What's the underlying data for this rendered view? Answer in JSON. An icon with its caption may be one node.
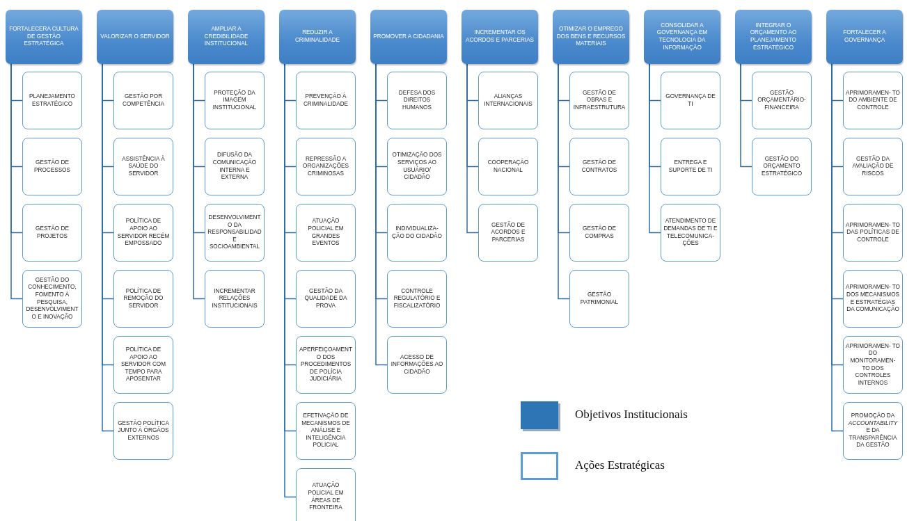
{
  "diagram": {
    "nodes": [
      {
        "text": [
          "FORTALECERA CULTURA DE GESTÃO ESTRATÉGICA"
        ]
      },
      {
        "text": [
          "PLANEJAMENTO ESTRATÉGICO"
        ]
      },
      {
        "text": [
          "GESTÃO DE PROCESSOS"
        ]
      },
      {
        "text": [
          "GESTÃO DE PROJETOS"
        ]
      },
      {
        "text": [
          "GESTÃO DO CONHECIMENTO, FOMENTO À PESQUISA, DESENVOLVIMENTO E INOVAÇÃO"
        ]
      },
      {
        "text": [
          "VALORIZAR O SERVIDOR"
        ]
      },
      {
        "text": [
          "GESTÃO POR COMPETÊNCIA"
        ]
      },
      {
        "text": [
          "ASSISTÊNCIA À SAÚDE DO SERVIDOR"
        ]
      },
      {
        "text": [
          "POLÍTICA DE APOIO AO SERVIDOR RECÉM EMPOSSADO"
        ]
      },
      {
        "text": [
          "POLÍTICA DE REMOÇÃO DO SERVIDOR"
        ]
      },
      {
        "text": [
          "POLÍTICA DE APOIO AO SERVIDOR COM TEMPO PARA APOSENTAR"
        ]
      },
      {
        "text": [
          "GESTÃO POLÍTICA JUNTO À ÓRGÃOS EXTERNOS"
        ]
      },
      {
        "text": [
          "AMPLIAR A CREDIBILIDADE INSTITUCIONAL"
        ]
      },
      {
        "text": [
          "PROTEÇÃO DA IMAGEM INSTITUCIONAL"
        ]
      },
      {
        "text": [
          "DIFUSÃO DA COMUNICAÇÃO INTERNA E EXTERNA"
        ]
      },
      {
        "text": [
          "DESENVOLVIMENTO DA RESPONSABILIDADE SOCIOAMBIENTAL"
        ]
      },
      {
        "text": [
          "INCREMENTAR RELAÇÕES INSTITUCIONAIS"
        ]
      },
      {
        "text": [
          "REDUZIR A CRIMINALIDADE"
        ]
      },
      {
        "text": [
          "PREVENÇÃO À CRIMINALIDADE"
        ]
      },
      {
        "text": [
          "REPRESSÃO A ORGANIZAÇÕES CRIMINOSAS"
        ]
      },
      {
        "text": [
          "ATUAÇÃO POLICIAL EM GRANDES EVENTOS"
        ]
      },
      {
        "text": [
          "GESTÃO DA QUALIDADE DA PROVA"
        ]
      },
      {
        "text": [
          "APERFEIÇOAMENTO DOS PROCEDIMENTOS DE POLÍCIA JUDICIÁRIA"
        ]
      },
      {
        "text": [
          "EFETIVAÇÃO DE MECANISMOS DE ANÁLISE E INTELIGÊNCIA POLICIAL"
        ]
      },
      {
        "text": [
          "ATUAÇÃO POLICIAL EM ÁREAS DE FRONTEIRA"
        ]
      },
      {
        "text": [
          "PROMOVER A CIDADANIA"
        ]
      },
      {
        "text": [
          "DEFESA DOS DIREITOS HUMANOS"
        ]
      },
      {
        "text": [
          "OTIMIZAÇÃO DOS SERVIÇOS AO USUÁRIO/ CIDADÃO"
        ]
      },
      {
        "text": [
          "INDIVIDUALIZA- ÇÃO DO CIDADÃO"
        ]
      },
      {
        "text": [
          "CONTROLE REGULATÓRIO E FISCALIZATÓRIO"
        ]
      },
      {
        "text": [
          "ACESSO DE INFORMAÇÕES AO CIDADÃO"
        ]
      },
      {
        "text": [
          "INCREMENTAR OS ACORDOS E PARCERIAS"
        ]
      },
      {
        "text": [
          "ALIANÇAS INTERNACIONAIS"
        ]
      },
      {
        "text": [
          "COOPERAÇÃO NACIONAL"
        ]
      },
      {
        "text": [
          "GESTÃO DE ACORDOS E PARCERIAS"
        ]
      },
      {
        "text": [
          "OTIMIZAR O EMPREGO DOS BENS E RECURSOS MATERIAIS"
        ]
      },
      {
        "text": [
          "GESTÃO DE OBRAS E INFRAESTRUTURA"
        ]
      },
      {
        "text": [
          "GESTÃO DE CONTRATOS"
        ]
      },
      {
        "text": [
          "GESTÃO DE COMPRAS"
        ]
      },
      {
        "text": [
          "GESTÃO PATRIMONIAL"
        ]
      },
      {
        "text": [
          "CONSOLIDAR A GOVERNANÇA EM TECNOLOGIA DA INFORMAÇÃO"
        ]
      },
      {
        "text": [
          "GOVERNANÇA DE TI"
        ]
      },
      {
        "text": [
          "ENTREGA E SUPORTE DE TI"
        ]
      },
      {
        "text": [
          "ATENDIMENTO DE DEMANDAS DE TI E TELECOMUNICA- ÇÕES"
        ]
      },
      {
        "text": [
          "INTEGRAR O ORÇAMENTO AO PLANEJAMENTO ESTRATÉGICO"
        ]
      },
      {
        "text": [
          "GESTÃO ORÇAMENTÁRIO-FINANCEIRA"
        ]
      },
      {
        "text": [
          "GESTÃO DO ORÇAMENTO ESTRATÉGICO"
        ]
      },
      {
        "text": [
          "FORTALECER A GOVERNANÇA"
        ]
      },
      {
        "text": [
          "APRIMORAMEN- TO DO AMBIENTE DE CONTROLE"
        ]
      },
      {
        "text": [
          "GESTÃO DA AVALIAÇÃO DE RISCOS"
        ]
      },
      {
        "text": [
          "APRIMORAMEN- TO DAS POLÍTICAS DE CONTROLE"
        ]
      },
      {
        "text": [
          "APRIMORAMEN- TO DOS MECANISMOS E ESTRATÉGIAS DA COMUNICAÇÃO"
        ]
      },
      {
        "text": [
          "APRIMORAMEN- TO DO MONITORAMEN- TO DOS CONTROLES INTERNOS"
        ]
      },
      {
        "text": [
          "PROMOÇÃO DA *ACCOUNTABILITY* E DA TRANSPARÊNCIA DA GESTÃO"
        ]
      }
    ],
    "edges": [
      {
        "from": 0,
        "to": 1,
        "arrow": "none"
      },
      {
        "from": 0,
        "to": 2,
        "arrow": "none"
      },
      {
        "from": 0,
        "to": 3,
        "arrow": "none"
      },
      {
        "from": 0,
        "to": 4,
        "arrow": "none"
      },
      {
        "from": 5,
        "to": 6,
        "arrow": "none"
      },
      {
        "from": 5,
        "to": 7,
        "arrow": "none"
      },
      {
        "from": 5,
        "to": 8,
        "arrow": "none"
      },
      {
        "from": 5,
        "to": 9,
        "arrow": "none"
      },
      {
        "from": 5,
        "to": 10,
        "arrow": "none"
      },
      {
        "from": 5,
        "to": 11,
        "arrow": "none"
      },
      {
        "from": 12,
        "to": 13,
        "arrow": "none"
      },
      {
        "from": 12,
        "to": 14,
        "arrow": "none"
      },
      {
        "from": 12,
        "to": 15,
        "arrow": "none"
      },
      {
        "from": 12,
        "to": 16,
        "arrow": "none"
      },
      {
        "from": 17,
        "to": 18,
        "arrow": "none"
      },
      {
        "from": 17,
        "to": 19,
        "arrow": "none"
      },
      {
        "from": 17,
        "to": 20,
        "arrow": "none"
      },
      {
        "from": 17,
        "to": 21,
        "arrow": "none"
      },
      {
        "from": 17,
        "to": 22,
        "arrow": "none"
      },
      {
        "from": 17,
        "to": 23,
        "arrow": "none"
      },
      {
        "from": 17,
        "to": 24,
        "arrow": "none"
      },
      {
        "from": 25,
        "to": 26,
        "arrow": "none"
      },
      {
        "from": 25,
        "to": 27,
        "arrow": "none"
      },
      {
        "from": 25,
        "to": 28,
        "arrow": "none"
      },
      {
        "from": 25,
        "to": 29,
        "arrow": "none"
      },
      {
        "from": 25,
        "to": 30,
        "arrow": "none"
      },
      {
        "from": 31,
        "to": 32,
        "arrow": "none"
      },
      {
        "from": 31,
        "to": 33,
        "arrow": "none"
      },
      {
        "from": 31,
        "to": 34,
        "arrow": "none"
      },
      {
        "from": 35,
        "to": 36,
        "arrow": "none"
      },
      {
        "from": 35,
        "to": 37,
        "arrow": "none"
      },
      {
        "from": 35,
        "to": 38,
        "arrow": "none"
      },
      {
        "from": 35,
        "to": 39,
        "arrow": "none"
      },
      {
        "from": 40,
        "to": 41,
        "arrow": "none"
      },
      {
        "from": 40,
        "to": 42,
        "arrow": "none"
      },
      {
        "from": 40,
        "to": 43,
        "arrow": "none"
      },
      {
        "from": 44,
        "to": 45,
        "arrow": "none"
      },
      {
        "from": 44,
        "to": 46,
        "arrow": "none"
      },
      {
        "from": 47,
        "to": 48,
        "arrow": "none"
      },
      {
        "from": 47,
        "to": 49,
        "arrow": "none"
      },
      {
        "from": 47,
        "to": 50,
        "arrow": "none"
      },
      {
        "from": 47,
        "to": 51,
        "arrow": "none"
      },
      {
        "from": 47,
        "to": 52,
        "arrow": "none"
      },
      {
        "from": 47,
        "to": 53,
        "arrow": "none"
      }
    ],
    "legend": [
      {
        "text": "Objetivos Institucionais",
        "color": "#2e75b6"
      },
      {
        "text": "Ações Estratégicas"
      }
    ]
  }
}
